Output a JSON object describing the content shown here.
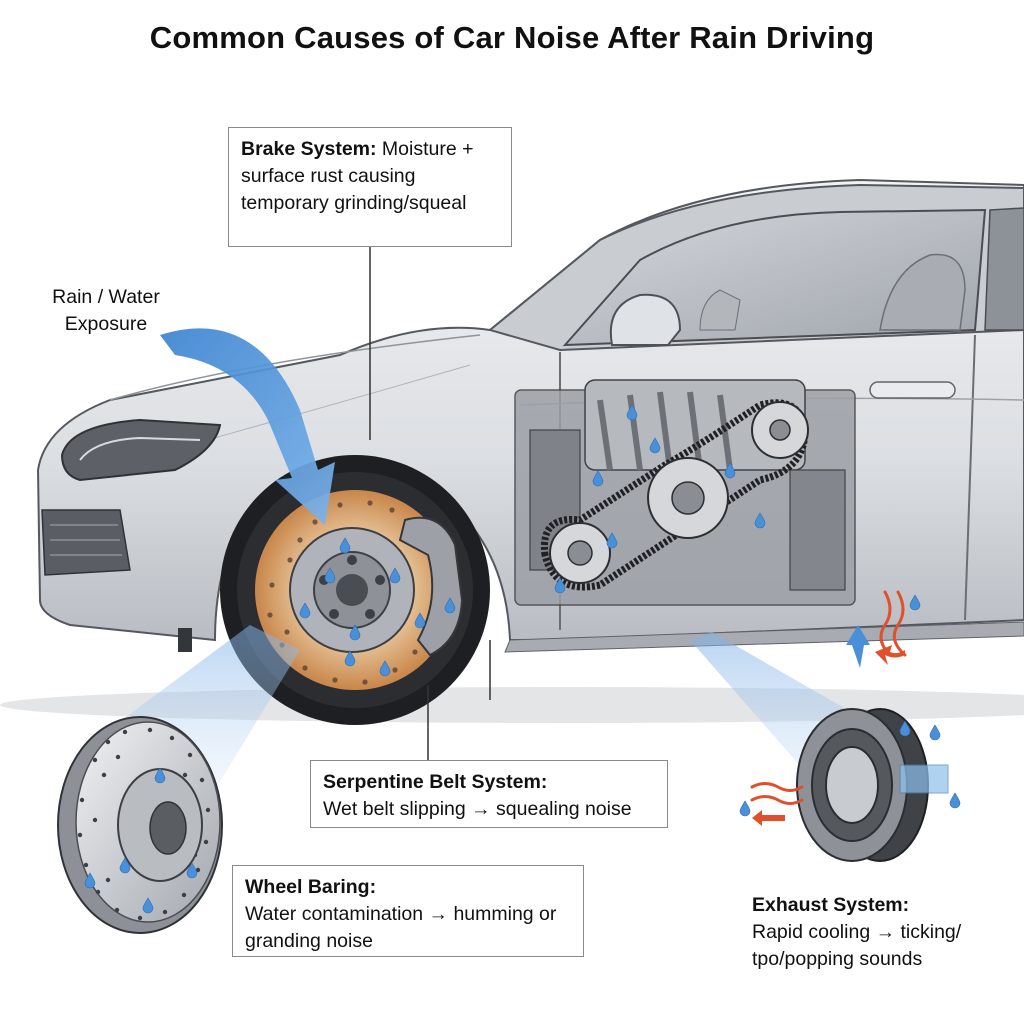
{
  "title": "Common Causes of Car Noise After Rain Driving",
  "rain_label": "Rain / Water Exposure",
  "callouts": {
    "brake": {
      "heading": "Brake System:",
      "text": "Moisture + surface rust causing temporary grinding/squeal"
    },
    "belt": {
      "heading": "Serpentine Belt System:",
      "text": "Wet belt slipping → squealing noise"
    },
    "wheel": {
      "heading": "Wheel Baring:",
      "text": "Water contamination → humming or granding noise"
    },
    "exhaust": {
      "heading": "Exhaust System:",
      "text": "Rapid cooling → ticking/ tpo/popping sounds"
    }
  },
  "colors": {
    "car_body": "#e3e5e8",
    "rust": "#d9a066",
    "water": "#4a90d9",
    "heat": "#e0502a",
    "beam": "#a9cbee"
  }
}
